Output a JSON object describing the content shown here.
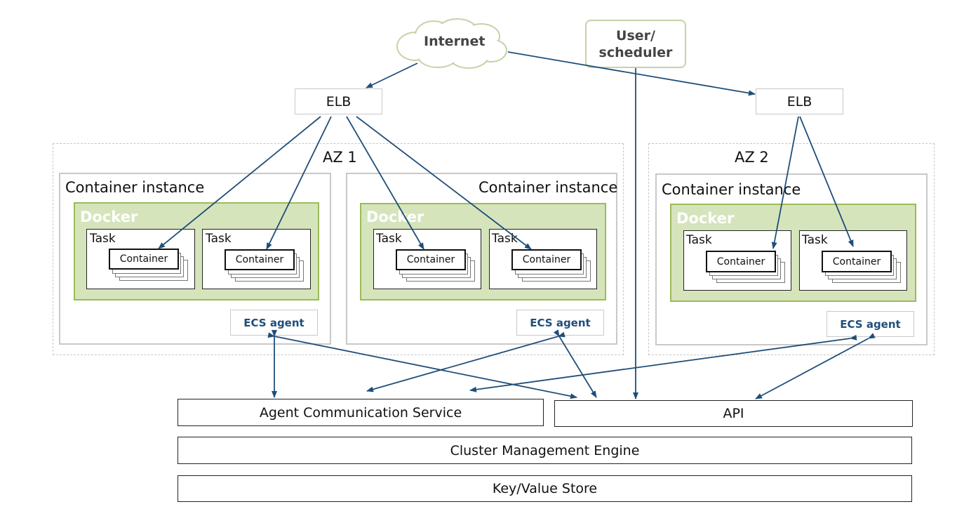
{
  "internet": {
    "label": "Internet"
  },
  "user_scheduler": {
    "line1": "User/",
    "line2": "scheduler"
  },
  "elb_left": {
    "label": "ELB"
  },
  "elb_right": {
    "label": "ELB"
  },
  "az1": {
    "label": "AZ 1"
  },
  "az2": {
    "label": "AZ 2"
  },
  "container_instances": [
    {
      "label": "Container instance",
      "docker": "Docker",
      "tasks": [
        {
          "label": "Task",
          "container": "Container"
        },
        {
          "label": "Task",
          "container": "Container"
        }
      ],
      "agent": "ECS agent"
    },
    {
      "label": "Container instance",
      "docker": "Docker",
      "tasks": [
        {
          "label": "Task",
          "container": "Container"
        },
        {
          "label": "Task",
          "container": "Container"
        }
      ],
      "agent": "ECS agent"
    },
    {
      "label": "Container instance",
      "docker": "Docker",
      "tasks": [
        {
          "label": "Task",
          "container": "Container"
        },
        {
          "label": "Task",
          "container": "Container"
        }
      ],
      "agent": "ECS agent"
    }
  ],
  "layers": {
    "agent_comm": "Agent Communication Service",
    "api": "API",
    "cluster_engine": "Cluster Management Engine",
    "kv_store": "Key/Value Store"
  },
  "colors": {
    "arrow": "#1f4e79",
    "docker_fill": "#d6e4bc",
    "docker_border": "#9bbb59",
    "agent_text": "#1f4e79"
  }
}
